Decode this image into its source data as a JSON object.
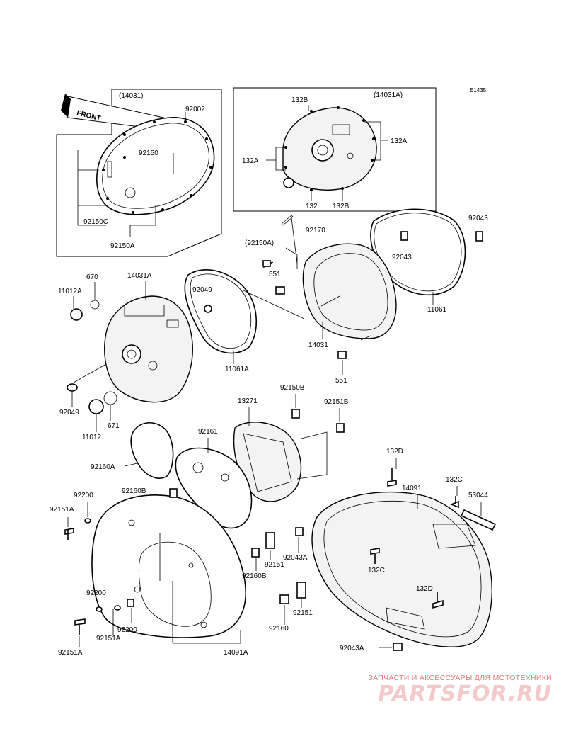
{
  "diagram": {
    "code": "E1435",
    "front_label": "FRONT",
    "inset_left": {
      "title": "(14031)",
      "labels": {
        "l92002": "92002",
        "l92150": "92150",
        "l92150c": "92150C",
        "l92150a": "92150A"
      }
    },
    "inset_right": {
      "title": "(14031A)",
      "labels": {
        "l132b_top": "132B",
        "l132a_r": "132A",
        "l132a_l": "132A",
        "l132": "132",
        "l132b_bot": "132B"
      }
    },
    "labels": {
      "l92170": "92170",
      "l92043_tr": "92043",
      "l92150a_par": "(92150A)",
      "l92043_c": "92043",
      "l551_top": "551",
      "l670": "670",
      "l14031a": "14031A",
      "l11012a": "11012A",
      "l92049_mid": "92049",
      "l11061": "11061",
      "l14031": "14031",
      "l11061a": "11061A",
      "l551_bot": "551",
      "l92049_left": "92049",
      "l671": "671",
      "l11012": "11012",
      "l92150b": "92150B",
      "l13271": "13271",
      "l92151b": "92151B",
      "l92161": "92161",
      "l92160a": "92160A",
      "l132d_top": "132D",
      "l14091": "14091",
      "l132c_r": "132C",
      "l53044": "53044",
      "l92200_top": "92200",
      "l92160b_top": "92160B",
      "l92151a_top": "92151A",
      "l92043a_mid": "92043A",
      "l132c_mid": "132C",
      "l92151_mid": "92151",
      "l92160b_mid": "92160B",
      "l92200_mid": "92200",
      "l132d_bot": "132D",
      "l92151_low": "92151",
      "l92160": "92160",
      "l92151a_bl": "92151A",
      "l92200_low": "92200",
      "l92151a_low": "92151A",
      "l14091a": "14091A",
      "l92043a_bot": "92043A"
    }
  },
  "watermark": {
    "tagline": "ЗАПЧАСТИ И АКСЕССУАРЫ ДЛЯ МОТОТЕХНИКИ",
    "logo": "PARTSFOR.RU"
  }
}
